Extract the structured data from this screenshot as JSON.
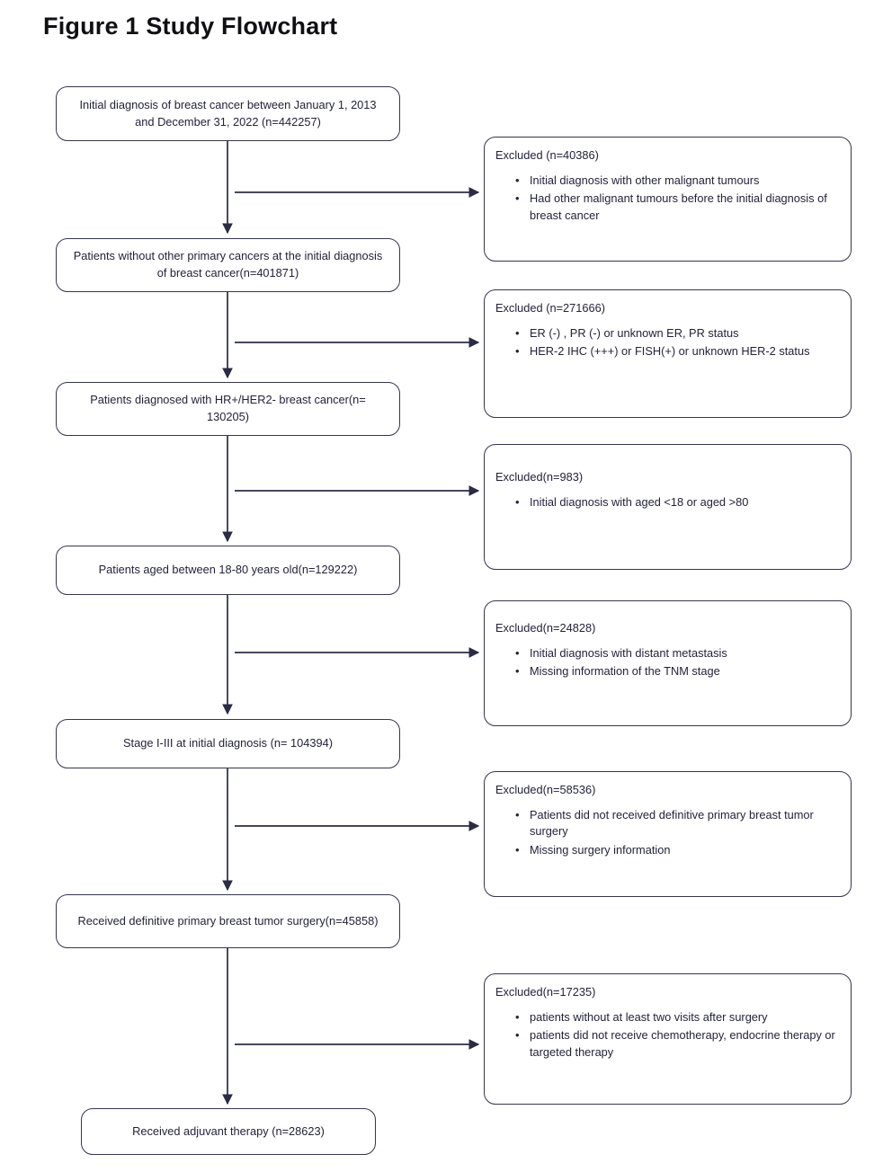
{
  "figure": {
    "title": "Figure 1 Study Flowchart",
    "colors": {
      "box_border": "#36364f",
      "text": "#23233a",
      "title": "#101014",
      "connector": "#2b2b45",
      "background": "#ffffff"
    }
  },
  "main_nodes": [
    {
      "id": "initial-diagnosis",
      "text": "Initial diagnosis of breast cancer between January 1, 2013 and December 31, 2022  (n=442257)"
    },
    {
      "id": "no-other-primary-cancers",
      "text": "Patients without other primary cancers  at the initial diagnosis of breast cancer(n=401871)"
    },
    {
      "id": "hr-positive-her2-negative",
      "text": "Patients diagnosed with HR+/HER2- breast cancer(n= 130205)"
    },
    {
      "id": "age-18-80",
      "text": "Patients aged between 18-80 years old(n=129222)"
    },
    {
      "id": "stage-i-iii",
      "text": "Stage I-III at initial diagnosis (n= 104394)"
    },
    {
      "id": "definitive-surgery",
      "text": "Received definitive primary breast tumor surgery(n=45858)"
    },
    {
      "id": "adjuvant-therapy",
      "text": "Received adjuvant therapy  (n=28623)"
    }
  ],
  "excluded_nodes": [
    {
      "id": "excluded-other-malignant-tumours",
      "heading": "Excluded (n=40386)",
      "items": [
        "Initial diagnosis with other malignant tumours",
        "Had other malignant tumours before the initial diagnosis of breast cancer"
      ]
    },
    {
      "id": "excluded-receptor-status",
      "heading": "Excluded (n=271666)",
      "items": [
        "ER  (-)  ,  PR  (-)  or unknown ER, PR status",
        "HER-2 IHC (+++) or FISH(+) or unknown HER-2 status"
      ]
    },
    {
      "id": "excluded-age",
      "heading": "Excluded(n=983)",
      "items": [
        "Initial diagnosis with aged <18 or aged >80"
      ]
    },
    {
      "id": "excluded-metastasis-tnm",
      "heading": "Excluded(n=24828)",
      "items": [
        "Initial diagnosis with distant metastasis",
        "Missing information of the TNM stage"
      ]
    },
    {
      "id": "excluded-surgery",
      "heading": "Excluded(n=58536)",
      "items": [
        "Patients did not received definitive primary breast tumor surgery",
        "Missing surgery information"
      ]
    },
    {
      "id": "excluded-visits-therapy",
      "heading": "Excluded(n=17235)",
      "items": [
        "patients without at least two visits after surgery",
        "patients did not receive chemotherapy,  endocrine therapy or targeted therapy"
      ]
    }
  ],
  "bullet_glyph": "•",
  "chart_data": {
    "type": "diagram",
    "title": "Figure 1 Study Flowchart",
    "flow": [
      {
        "step": 1,
        "label": "Initial diagnosis of breast cancer between January 1, 2013 and December 31, 2022",
        "n": 442257
      },
      {
        "step": 2,
        "label": "Patients without other primary cancers at the initial diagnosis of breast cancer",
        "n": 401871,
        "excluded_n": 40386
      },
      {
        "step": 3,
        "label": "Patients diagnosed with HR+/HER2- breast cancer",
        "n": 130205,
        "excluded_n": 271666
      },
      {
        "step": 4,
        "label": "Patients aged between 18-80 years old",
        "n": 129222,
        "excluded_n": 983
      },
      {
        "step": 5,
        "label": "Stage I-III at initial diagnosis",
        "n": 104394,
        "excluded_n": 24828
      },
      {
        "step": 6,
        "label": "Received definitive primary breast tumor surgery",
        "n": 45858,
        "excluded_n": 58536
      },
      {
        "step": 7,
        "label": "Received adjuvant therapy",
        "n": 28623,
        "excluded_n": 17235
      }
    ]
  }
}
